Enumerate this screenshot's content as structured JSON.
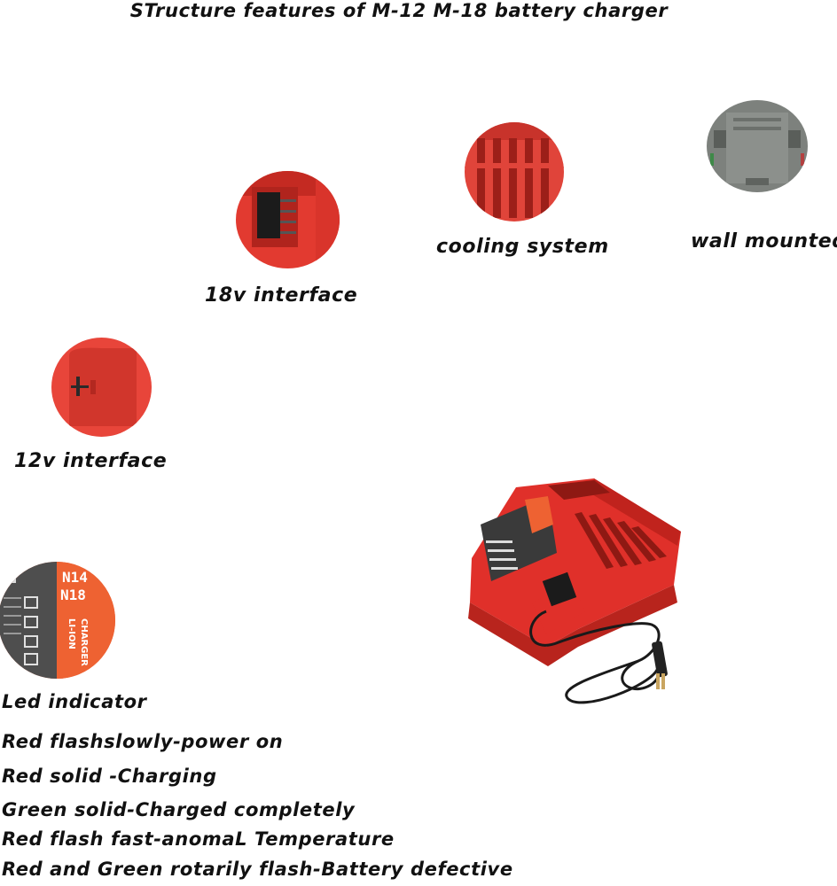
{
  "title": "STructure features of M-12 M-18 battery charger",
  "features": {
    "interface_18v": "18v interface",
    "cooling": "cooling system",
    "wall": "wall mounted",
    "interface_12v": "12v interface"
  },
  "led": {
    "heading": "Led indicator",
    "lines": [
      "Red flashslowly-power on",
      "Red solid -Charging",
      "Green solid-Charged completely",
      "Red flash fast-anomaL Temperature",
      "Red and Green rotarily flash-Battery defective"
    ]
  },
  "panel_text": {
    "n14": "N14",
    "n18": "N18",
    "brand1": "LI-ION",
    "brand2": "CHARGER"
  },
  "colors": {
    "charger_red": "#e0302a",
    "dark_red": "#a81e18",
    "gray": "#7d817d"
  }
}
